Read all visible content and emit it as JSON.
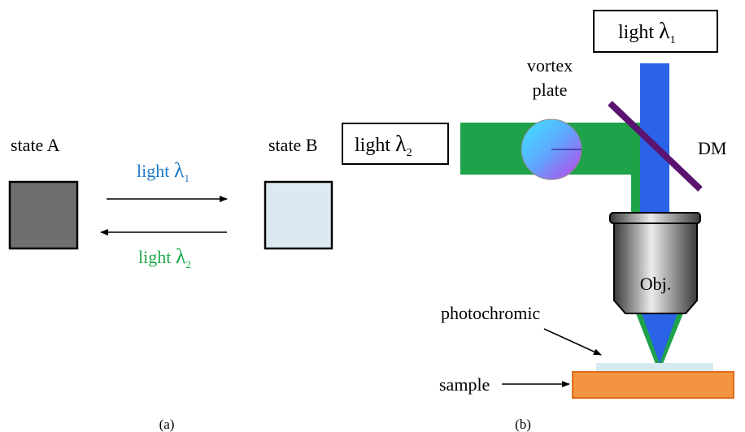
{
  "panel_a": {
    "state_a_label": "state A",
    "state_b_label": "state B",
    "forward": {
      "word": "light ",
      "symbol": "λ",
      "subscript": "1"
    },
    "backward": {
      "word": "light ",
      "symbol": "λ",
      "subscript": "2"
    },
    "caption": "(a)"
  },
  "panel_b": {
    "light1_box": {
      "word": "light ",
      "symbol": "λ",
      "subscript": "1"
    },
    "light2_box": {
      "word": "light ",
      "symbol": "λ",
      "subscript": "2"
    },
    "vortex_line1": "vortex",
    "vortex_line2": "plate",
    "dm_label": "DM",
    "objective_label": "Obj.",
    "photochromic_label": "photochromic",
    "sample_label": "sample",
    "caption": "(b)"
  },
  "colors": {
    "blue_text": "#1f7ac8",
    "green_text": "#1fa84a",
    "beam_blue": "#2a62e8",
    "beam_green": "#1ea24a",
    "state_a_fill": "#6f6f6f",
    "state_b_fill": "#dbeaf1",
    "dichroic_mirror": "#5a1470",
    "sample_fill": "#f39441",
    "photochromic_fill": "#d6e9f0"
  }
}
